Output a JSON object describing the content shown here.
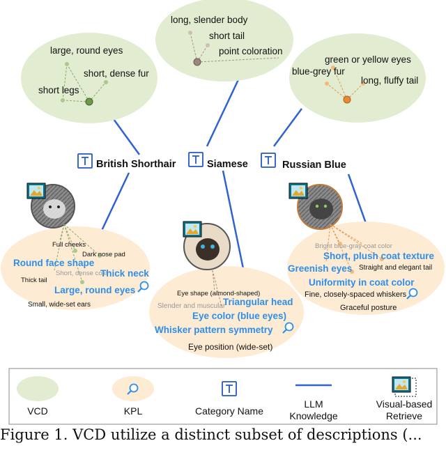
{
  "vcd_clusters": [
    {
      "labels": [
        "large, round eyes",
        "short, dense fur",
        "short legs"
      ]
    },
    {
      "labels": [
        "long, slender body",
        "short tail",
        "point coloration"
      ]
    },
    {
      "labels": [
        "green or yellow eyes",
        "blue-grey fur",
        "long, fluffy tail"
      ]
    }
  ],
  "categories": [
    "British Shorthair",
    "Siamese",
    "Russian Blue"
  ],
  "kpl_left": {
    "labels_small": [
      "Full cheeks",
      "Dark nose pad",
      "Thick tail",
      "Short, dense coat",
      "Small, wide-set ears"
    ],
    "labels_bold": [
      "Round face shape",
      "Thick neck",
      "Large, round eyes"
    ]
  },
  "kpl_middle": {
    "labels_small": [
      "Eye shape (almond-shaped)",
      "Slender and muscular",
      "Eye position (wide-set)"
    ],
    "labels_bold": [
      "Triangular head",
      "Eye color (blue eyes)",
      "Whisker pattern symmetry"
    ]
  },
  "kpl_right": {
    "labels_small": [
      "Bright blue-gray coat color",
      "Straight and elegant tail",
      "Fine, closely-spaced whiskers",
      "Graceful posture"
    ],
    "labels_bold": [
      "Short, plush coat texture",
      "Greenish eyes",
      "Uniformity in coat color"
    ]
  },
  "legend": [
    "VCD",
    "KPL",
    "Category Name",
    "LLM Knowledge",
    "Visual-based Retrieve"
  ],
  "colors": {
    "vcd": "#e1ecd1",
    "kpl": "#fdebd3",
    "category": "#2358c5",
    "kpl_text": "#2f8fe8",
    "llm_line": "#2f63cf"
  },
  "caption": "Figure 1. VCD utilize a distinct subset of descriptions (..."
}
